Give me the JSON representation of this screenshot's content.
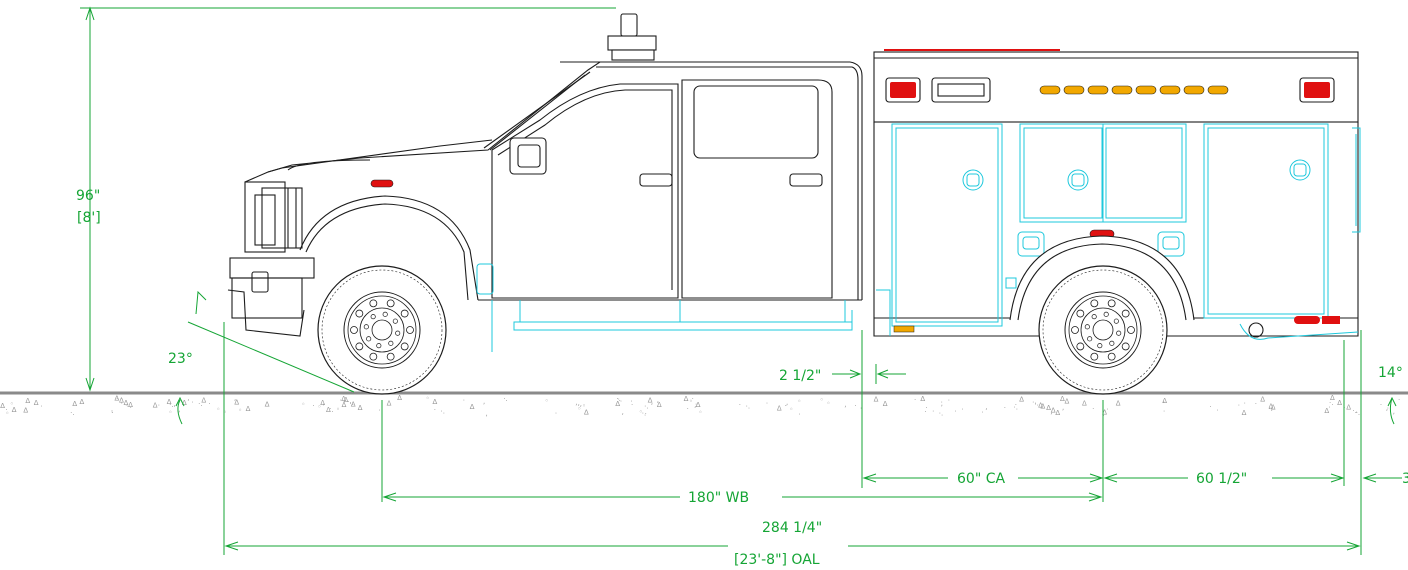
{
  "dimensions": {
    "height": "96\"",
    "height_ft": "[8']",
    "approach_angle": "23°",
    "departure_angle": "14°",
    "cab_gap": "2 1/2\"",
    "cab_to_axle": "60\" CA",
    "rear_overhang": "60 1/2\"",
    "rear_extra": "3",
    "wheelbase": "180\" WB",
    "overall_length": "284 1/4\"",
    "overall_length_ft": "[23'-8\"] OAL"
  },
  "colors": {
    "dimension_lines": "#15a535",
    "truck_lines": "#1c1c1c",
    "compartment_lines": "#1ec8dc",
    "amber_lights": "#f2a800",
    "red_lights": "#e01010",
    "ground": "#8a8a8a"
  }
}
